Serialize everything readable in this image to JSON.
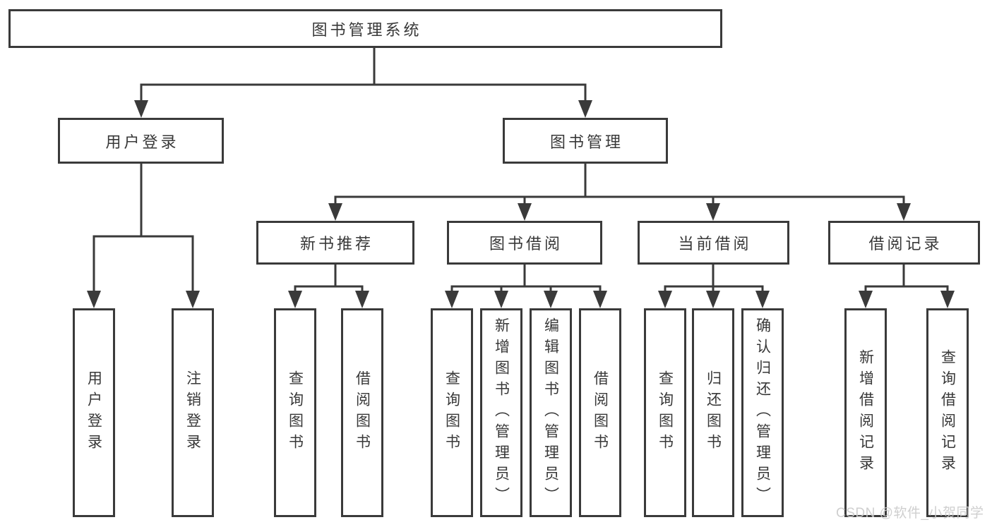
{
  "diagram": {
    "root": "图书管理系统",
    "level2": [
      "用户登录",
      "图书管理"
    ],
    "level3": [
      "新书推荐",
      "图书借阅",
      "当前借阅",
      "借阅记录"
    ],
    "leaves": [
      "用户登录",
      "注销登录",
      "查询图书",
      "借阅图书",
      "查询图书",
      "新增图书（管理员）",
      "编辑图书（管理员）",
      "借阅图书",
      "查询图书",
      "归还图书",
      "确认归还（管理员）",
      "新增借阅记录",
      "查询借阅记录"
    ],
    "watermark": "CSDN @软件_小贺同学",
    "colors": {
      "line": "#3a3a3a",
      "box_border": "#3a3a3a",
      "text": "#383838",
      "watermark": "#cbcbcb",
      "background": "#ffffff"
    }
  }
}
